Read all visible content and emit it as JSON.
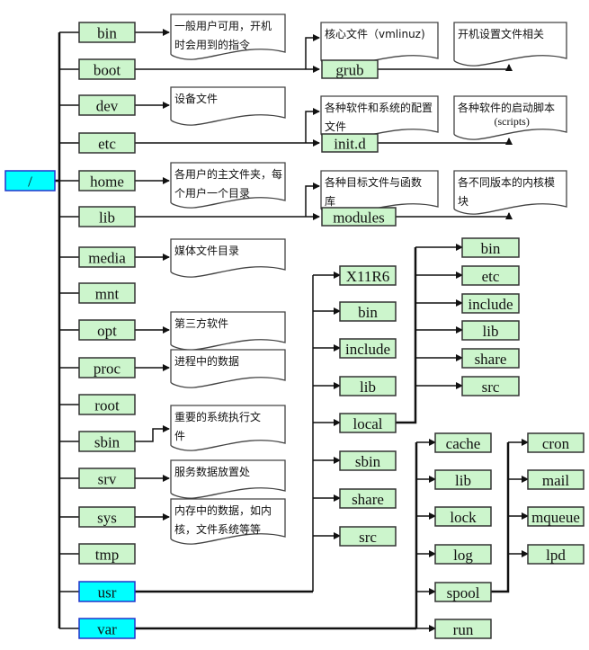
{
  "root": {
    "label": "/",
    "color": "#00ffff"
  },
  "colors": {
    "dir_fill": "#ccf5cc",
    "highlight_fill": "#00ffff",
    "line": "#111111"
  },
  "top_dirs": [
    {
      "id": "bin",
      "label": "bin",
      "note": [
        "一般用户可用，开机",
        "时会用到的指令"
      ]
    },
    {
      "id": "boot",
      "label": "boot"
    },
    {
      "id": "dev",
      "label": "dev",
      "note": [
        "设备文件"
      ]
    },
    {
      "id": "etc",
      "label": "etc"
    },
    {
      "id": "home",
      "label": "home",
      "note": [
        "各用户的主文件夹，每",
        "个用户一个目录"
      ]
    },
    {
      "id": "lib",
      "label": "lib"
    },
    {
      "id": "media",
      "label": "media",
      "note": [
        "媒体文件目录"
      ]
    },
    {
      "id": "mnt",
      "label": "mnt"
    },
    {
      "id": "opt",
      "label": "opt",
      "note": [
        "第三方软件"
      ]
    },
    {
      "id": "proc",
      "label": "proc",
      "note": [
        "进程中的数据"
      ]
    },
    {
      "id": "root",
      "label": "root"
    },
    {
      "id": "sbin",
      "label": "sbin",
      "note": [
        "重要的系统执行文",
        "件"
      ]
    },
    {
      "id": "srv",
      "label": "srv",
      "note": [
        "服务数据放置处"
      ]
    },
    {
      "id": "sys",
      "label": "sys",
      "note": [
        "内存中的数据，如内",
        "核，文件系统等等"
      ]
    },
    {
      "id": "tmp",
      "label": "tmp"
    },
    {
      "id": "usr",
      "label": "usr",
      "highlight": true
    },
    {
      "id": "var",
      "label": "var",
      "highlight": true
    }
  ],
  "boot_branch": {
    "note": [
      "核心文件（vmlinuz)"
    ],
    "child": "grub",
    "child_note": [
      "开机设置文件相关"
    ]
  },
  "etc_branch": {
    "note": [
      "各种软件和系统的配置",
      "文件"
    ],
    "child": "init.d",
    "child_note": [
      "各种软件的启动脚本"
    ],
    "child_note_sub": "(scripts)"
  },
  "lib_branch": {
    "note": [
      "各种目标文件与函数",
      "库"
    ],
    "child": "modules",
    "child_note": [
      "各不同版本的内核模",
      "块"
    ]
  },
  "usr_children": [
    "X11R6",
    "bin",
    "include",
    "lib",
    "local",
    "sbin",
    "share",
    "src"
  ],
  "local_children": [
    "bin",
    "etc",
    "include",
    "lib",
    "share",
    "src"
  ],
  "var_children": [
    "cache",
    "lib",
    "lock",
    "log",
    "spool",
    "run"
  ],
  "spool_children": [
    "cron",
    "mail",
    "mqueue",
    "lpd"
  ]
}
